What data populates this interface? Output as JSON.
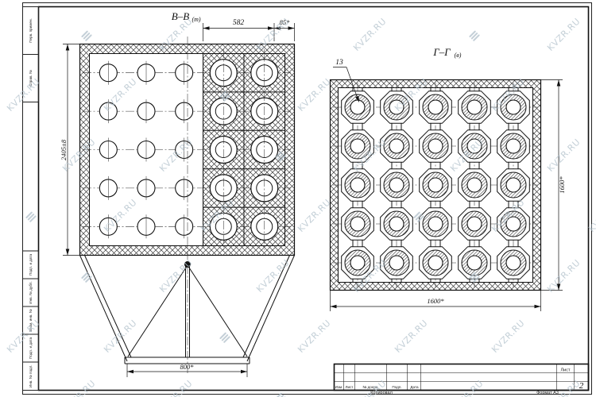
{
  "sheet": {
    "watermark_text": "KVZR.RU",
    "copied_label": "Копировал",
    "format_label": "Формат А3",
    "sheet_cell_label": "Лист",
    "sheet_number": "2",
    "title_block_columns": [
      "Изм.",
      "Лист",
      "№ докум.",
      "Подп.",
      "Дата"
    ],
    "side_labels": [
      "Инв. № подл.",
      "Подп. и дата",
      "Взам. инв. №",
      "Инв. № дубл.",
      "Подп. и дата",
      "Справ. №",
      "Перв. примен."
    ]
  },
  "view_b": {
    "title": "В–В",
    "title_sub": "(т)",
    "dim_top_main": "582",
    "dim_top_right": "85*",
    "dim_left": "2405±8",
    "dim_bottom": "800*",
    "grid": {
      "rows": 5,
      "plain_cols": 3,
      "tube_cols": 2
    }
  },
  "view_g": {
    "title": "Г–Г",
    "title_sub": "(в)",
    "part_label": "13",
    "dim_right": "1600*",
    "dim_bottom": "1600*",
    "grid": {
      "rows": 5,
      "cols": 5
    }
  },
  "colors": {
    "line": "#111111",
    "centerline": "#333333",
    "watermark": "#b3c2cc"
  }
}
